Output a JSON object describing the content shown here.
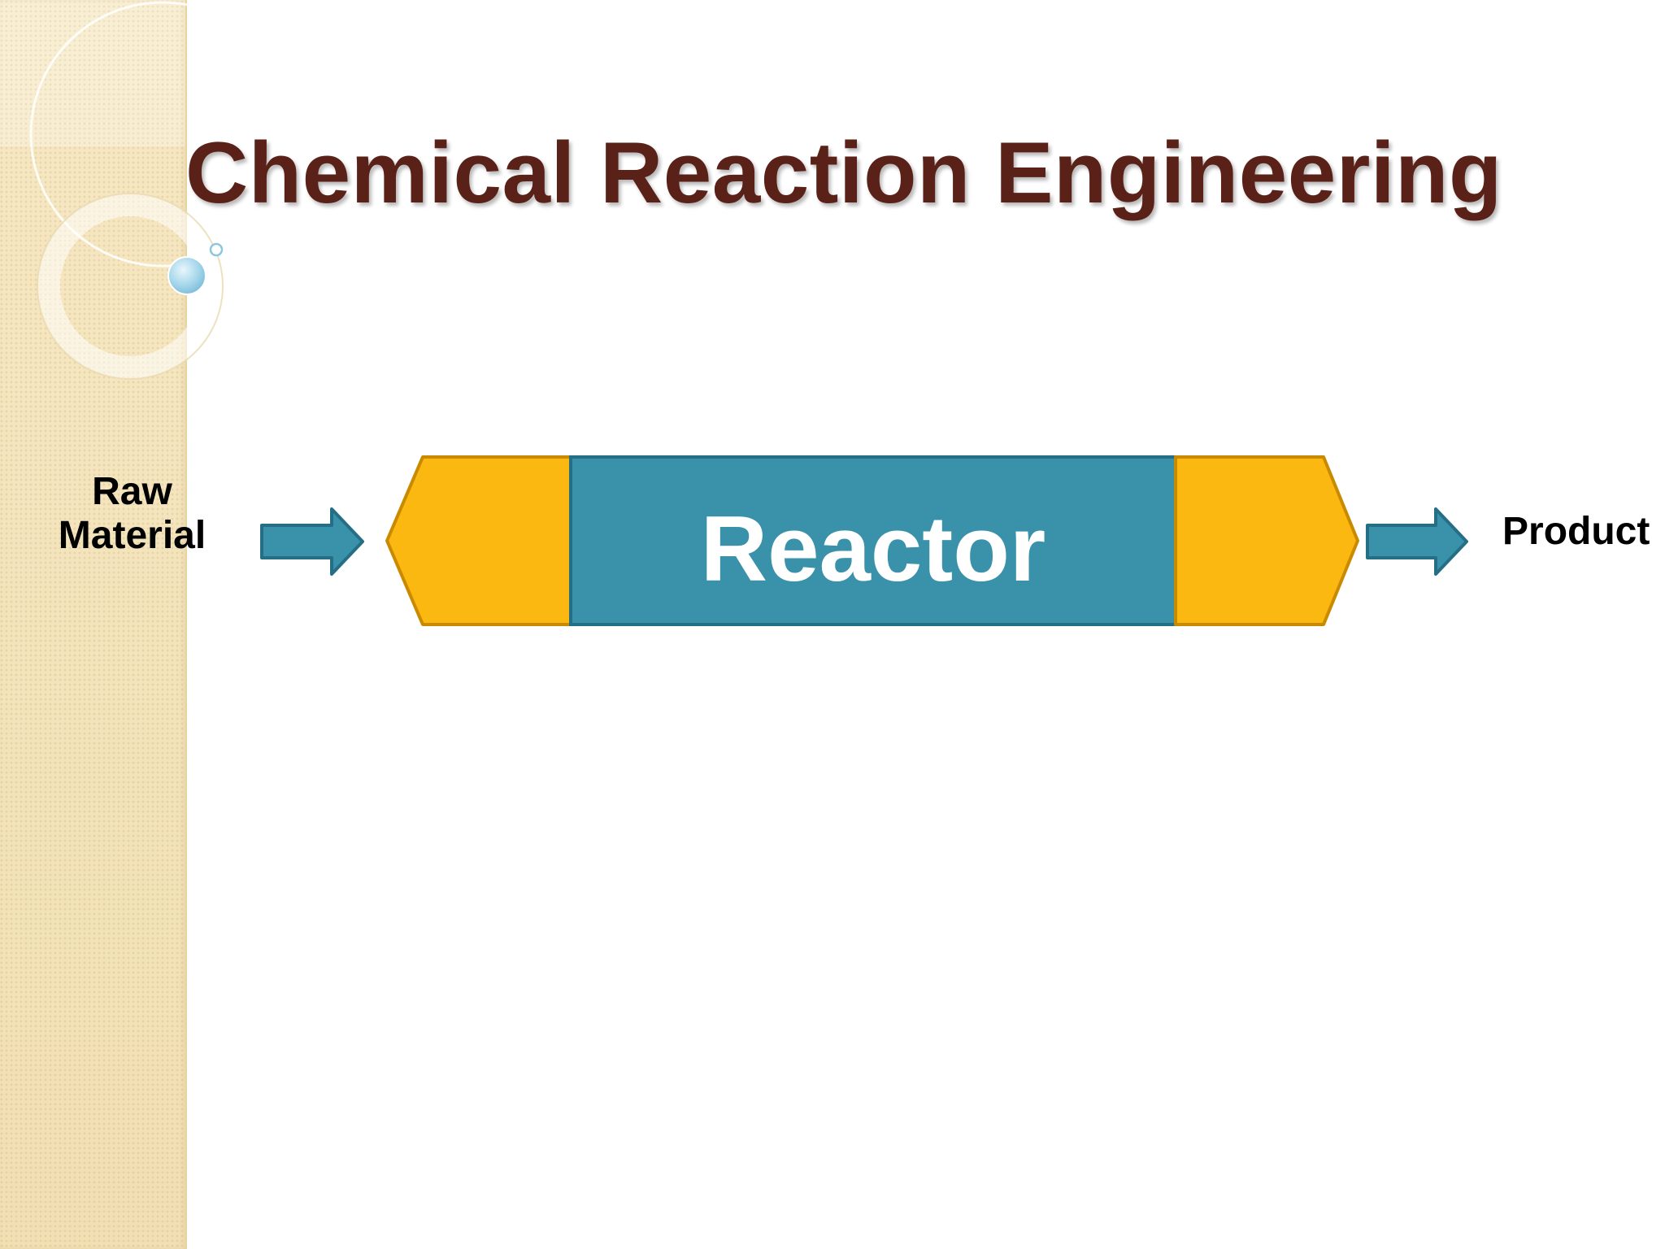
{
  "slide": {
    "title": "Chemical Reaction Engineering"
  },
  "diagram": {
    "input_label": "Raw Material",
    "process_label": "Reactor",
    "output_label": "Product"
  },
  "colors": {
    "title": "#5a2118",
    "reactor_body": "#3a91aa",
    "reactor_caps": "#fbb810",
    "arrows": "#3a91aa",
    "sidebar": "#f3e4bb"
  }
}
